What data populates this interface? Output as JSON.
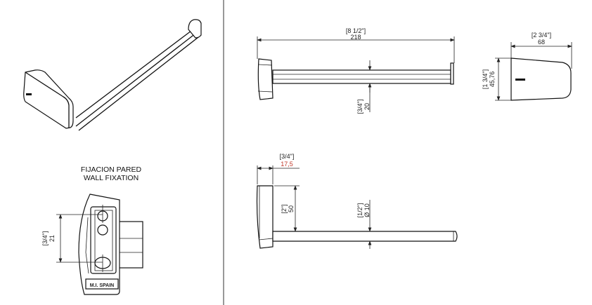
{
  "views": {
    "top": {
      "length_in": "[8 1/2\"]",
      "length_mm": "218",
      "bar_height_in": "[3/4\"]",
      "bar_height_mm": "20"
    },
    "end": {
      "width_in": "[2 3/4\"]",
      "width_mm": "68",
      "height_in": "[1 3/4\"]",
      "height_mm": "45,76"
    },
    "side": {
      "base_depth_in": "[3/4\"]",
      "base_depth_mm": "17,5",
      "offset_in": "[2\"]",
      "offset_mm": "50",
      "diameter_in": "[1/2\"]",
      "diameter_mm": "Ø 10"
    },
    "wall_fixation": {
      "title_es": "FIJACION PARED",
      "title_en": "WALL FIXATION",
      "spacing_in": "[3/4\"]",
      "spacing_mm": "21",
      "brand": "M.I. SPAIN"
    }
  },
  "colors": {
    "line": "#222222",
    "accent": "#c0392b"
  }
}
